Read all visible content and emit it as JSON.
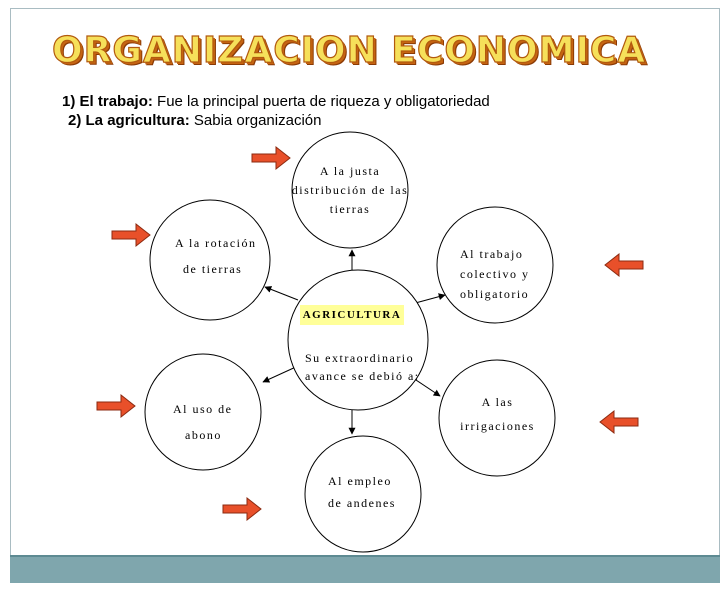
{
  "title": "ORGANIZACION ECONOMICA",
  "points": [
    {
      "number": "1)",
      "heading": "El trabajo:",
      "text": "Fue la principal puerta de riqueza y obligatoriedad"
    },
    {
      "number": "2)",
      "heading": "La agricultura:",
      "text": "Sabia organización"
    }
  ],
  "center": {
    "label": "AGRICULTURA",
    "caption_lines": [
      "Su extraordinario",
      "avance se debió a:"
    ]
  },
  "nodes": [
    {
      "id": "justa",
      "lines": [
        "A la justa",
        "distribución de las",
        "tierras"
      ]
    },
    {
      "id": "rotacion",
      "lines": [
        "A la rotación",
        "de tierras"
      ]
    },
    {
      "id": "trabajo",
      "lines": [
        "Al trabajo",
        "colectivo y",
        "obligatorio"
      ]
    },
    {
      "id": "abono",
      "lines": [
        "Al uso de",
        "abono"
      ]
    },
    {
      "id": "irrigaciones",
      "lines": [
        "A las",
        "irrigaciones"
      ]
    },
    {
      "id": "andenes",
      "lines": [
        "Al empleo",
        "de andenes"
      ]
    }
  ],
  "colors": {
    "arrow_fill": "#e8502a",
    "arrow_stroke": "#8b2a10",
    "title_fill": "#f6e05a",
    "title_outline": "#b25a0e",
    "center_highlight": "#ffff99",
    "footer": "#7fa6ad"
  }
}
